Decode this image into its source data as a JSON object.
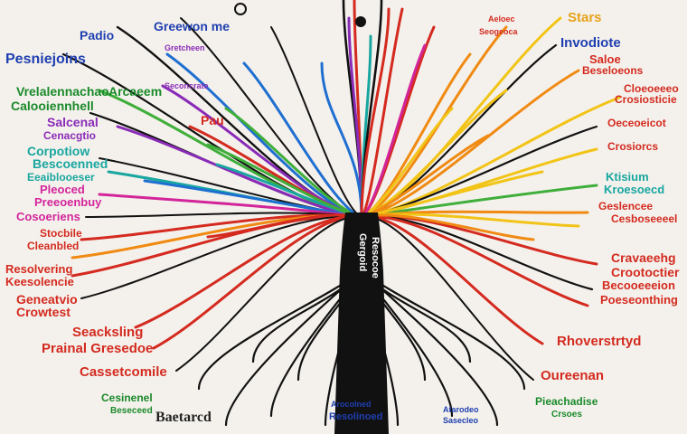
{
  "palette": {
    "background": "#f4f1ec",
    "trunk": "#111111",
    "red": "#d42a1f",
    "orange": "#f08a12",
    "yellow": "#f2c417",
    "green": "#3fae3a",
    "teal": "#19a6a0",
    "blue": "#1f6fd1",
    "purple": "#8a2bb8",
    "magenta": "#d3259a"
  },
  "labels": [
    {
      "id": "padio",
      "text": "Padio",
      "color": "#1f3fb0"
    },
    {
      "id": "pesniejoins",
      "text": "Pesniejoins",
      "color": "#1f3fb0"
    },
    {
      "id": "greewon-me",
      "text": "Greewon me",
      "color": "#1f3fb0"
    },
    {
      "id": "small-tl-1",
      "text": "Gretcheen",
      "color": "#8a2bb8"
    },
    {
      "id": "small-tl-2",
      "text": "Seconcrate",
      "color": "#8a2bb8"
    },
    {
      "id": "vrelalennachao",
      "text": "Vrelalennachao",
      "color": "#1a8a2a"
    },
    {
      "id": "calooiennhell",
      "text": "Calooiennhell",
      "color": "#1a8a2a"
    },
    {
      "id": "arcaeem",
      "text": "Arcaeem",
      "color": "#1a8a2a"
    },
    {
      "id": "salcenal",
      "text": "Salcenal",
      "color": "#8a2bb8"
    },
    {
      "id": "cenacgtio",
      "text": "Cenacgtio",
      "color": "#8a2bb8"
    },
    {
      "id": "mid-l-1",
      "text": "Pau",
      "color": "#d42a1f"
    },
    {
      "id": "corpotiow",
      "text": "Corpotiow",
      "color": "#19a6a0"
    },
    {
      "id": "bescoenned",
      "text": "Bescoenned",
      "color": "#19a6a0"
    },
    {
      "id": "eeaiblooeser",
      "text": "Eeaiblooeser",
      "color": "#19a6a0"
    },
    {
      "id": "pleoced",
      "text": "Pleoced",
      "color": "#d3259a"
    },
    {
      "id": "preeoenbuy",
      "text": "Preeoenbuy",
      "color": "#d3259a"
    },
    {
      "id": "cosoeriens",
      "text": "Cosoeriens",
      "color": "#d3259a"
    },
    {
      "id": "stocbile",
      "text": "Stocbile",
      "color": "#d42a1f"
    },
    {
      "id": "cleanbled",
      "text": "Cleanbled",
      "color": "#d42a1f"
    },
    {
      "id": "resolvering",
      "text": "Resolvering",
      "color": "#d42a1f"
    },
    {
      "id": "keesolencie",
      "text": "Keesolencie",
      "color": "#d42a1f"
    },
    {
      "id": "geneatvio",
      "text": "Geneatvio",
      "color": "#d42a1f"
    },
    {
      "id": "crowtest",
      "text": "Crowtest",
      "color": "#d42a1f"
    },
    {
      "id": "seacksling",
      "text": "Seacksling",
      "color": "#d42a1f"
    },
    {
      "id": "prainal-gresedoe",
      "text": "Prainal Gresedoe",
      "color": "#d42a1f"
    },
    {
      "id": "cassetcomile",
      "text": "Cassetcomile",
      "color": "#d42a1f"
    },
    {
      "id": "cesinenel",
      "text": "Cesinenel",
      "color": "#1a8a2a"
    },
    {
      "id": "beseceed",
      "text": "Beseceed",
      "color": "#1a8a2a"
    },
    {
      "id": "baetarcd",
      "text": "Baetarcd",
      "color": "#222222"
    },
    {
      "id": "bottom-mid-1",
      "text": "Arocolned",
      "color": "#1f3fb0"
    },
    {
      "id": "bottom-mid-2",
      "text": "Resolinoed",
      "color": "#1f3fb0"
    },
    {
      "id": "bottom-mid-3",
      "text": "Atarodeo",
      "color": "#1f3fb0"
    },
    {
      "id": "bottom-mid-4",
      "text": "Sasecleo",
      "color": "#1f3fb0"
    },
    {
      "id": "stars",
      "text": "Stars",
      "color": "#e8a21a"
    },
    {
      "id": "invodiote",
      "text": "Invodiote",
      "color": "#1f3fb0"
    },
    {
      "id": "small-tr-1",
      "text": "Aeloec",
      "color": "#d42a1f"
    },
    {
      "id": "small-tr-2",
      "text": "Seogeoca",
      "color": "#d42a1f"
    },
    {
      "id": "saloe",
      "text": "Saloe",
      "color": "#d42a1f"
    },
    {
      "id": "beseloeons",
      "text": "Beseloeons",
      "color": "#d42a1f"
    },
    {
      "id": "cloeoeeeo",
      "text": "Cloeoeeeo",
      "color": "#d42a1f"
    },
    {
      "id": "crosiosticie",
      "text": "Crosiosticie",
      "color": "#d42a1f"
    },
    {
      "id": "oeceoeicot",
      "text": "Oeceoeicot",
      "color": "#d42a1f"
    },
    {
      "id": "crosiorcs",
      "text": "Crosiorcs",
      "color": "#d42a1f"
    },
    {
      "id": "ktisium",
      "text": "Ktisium",
      "color": "#19a6a0"
    },
    {
      "id": "kroesoecd",
      "text": "Kroesoecd",
      "color": "#19a6a0"
    },
    {
      "id": "mid-r-1",
      "text": "Geslencee",
      "color": "#d42a1f"
    },
    {
      "id": "mid-r-2",
      "text": "Cesboseeeel",
      "color": "#d42a1f"
    },
    {
      "id": "cravaeehg",
      "text": "Cravaeehg",
      "color": "#d42a1f"
    },
    {
      "id": "crootoctier",
      "text": "Crootoctier",
      "color": "#d42a1f"
    },
    {
      "id": "becooeeeion",
      "text": "Becooeeeion",
      "color": "#d42a1f"
    },
    {
      "id": "poeseonthing",
      "text": "Poeseonthing",
      "color": "#d42a1f"
    },
    {
      "id": "rhoverstrtyd",
      "text": "Rhoverstrtyd",
      "color": "#d42a1f"
    },
    {
      "id": "oureenan",
      "text": "Oureenan",
      "color": "#d42a1f"
    },
    {
      "id": "pieachadise",
      "text": "Pieachadise",
      "color": "#1a8a2a"
    },
    {
      "id": "crsoes",
      "text": "Crsoes",
      "color": "#1a8a2a"
    },
    {
      "id": "trunk-1",
      "text": "Gergoid",
      "color": "#ffffff"
    },
    {
      "id": "trunk-2",
      "text": "Resocoe",
      "color": "#ffffff"
    }
  ]
}
